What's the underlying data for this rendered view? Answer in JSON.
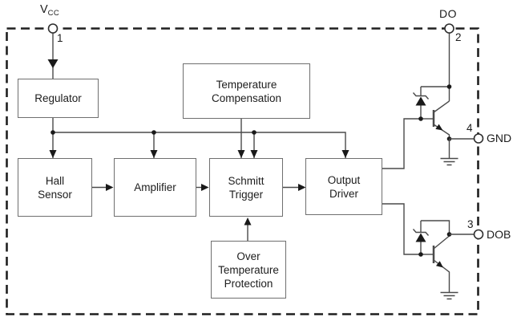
{
  "diagram_type": "ic-functional-block-diagram",
  "pins": {
    "vcc": {
      "symbol": "V",
      "subscript": "CC",
      "number": "1"
    },
    "do": {
      "label": "DO",
      "number": "2"
    },
    "gnd": {
      "label": "GND",
      "number": "4"
    },
    "dob": {
      "label": "DOB",
      "number": "3"
    }
  },
  "blocks": {
    "regulator": {
      "lines": [
        "Regulator"
      ]
    },
    "temperature_compensation": {
      "lines": [
        "Temperature",
        "Compensation"
      ]
    },
    "hall_sensor": {
      "lines": [
        "Hall",
        "Sensor"
      ]
    },
    "amplifier": {
      "lines": [
        "Amplifier"
      ]
    },
    "schmitt_trigger": {
      "lines": [
        "Schmitt",
        "Trigger"
      ]
    },
    "output_driver": {
      "lines": [
        "Output",
        "Driver"
      ]
    },
    "over_temperature_protection": {
      "lines": [
        "Over",
        "Temperature",
        "Protection"
      ]
    }
  },
  "connections": [
    "VCC pin 1 -> Regulator",
    "Regulator -> supply bus",
    "supply bus -> Hall Sensor",
    "supply bus -> Amplifier",
    "supply bus -> Schmitt Trigger",
    "supply bus -> Output Driver",
    "Temperature Compensation -> Schmitt Trigger",
    "Hall Sensor -> Amplifier",
    "Amplifier -> Schmitt Trigger",
    "Over Temperature Protection -> Schmitt Trigger",
    "Schmitt Trigger -> Output Driver",
    "Output Driver -> DO output transistor (zener clamped, emitter to GND pin 4)",
    "Output Driver -> DOB output transistor (zener clamped, emitter to ground)"
  ],
  "colors": {
    "background": "#ffffff",
    "wire": "#4a4a4a",
    "box_border": "#6f6f6f",
    "text": "#1d1d1d",
    "chip_border_dash": "#1f1f1f"
  }
}
